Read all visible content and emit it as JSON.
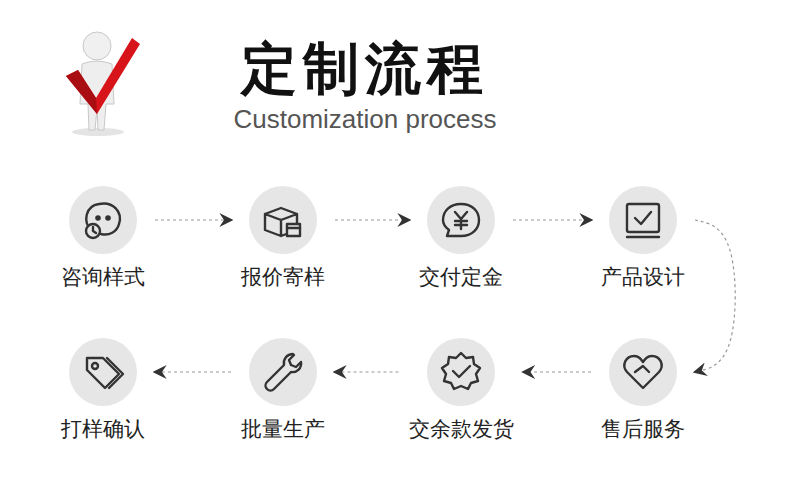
{
  "diagram": {
    "title": "定制流程",
    "nodes": [
      {
        "text": [
          "咨询样式"
        ]
      },
      {
        "text": [
          "报价寄样"
        ]
      },
      {
        "text": [
          "交付定金"
        ]
      },
      {
        "text": [
          "产品设计"
        ]
      },
      {
        "text": [
          "售后服务"
        ]
      },
      {
        "text": [
          "交余款发货"
        ]
      },
      {
        "text": [
          "批量生产"
        ]
      },
      {
        "text": [
          "打样确认"
        ]
      }
    ],
    "edges": [
      {
        "from": 0,
        "to": 1,
        "arrow": "to"
      },
      {
        "from": 1,
        "to": 2,
        "arrow": "to"
      },
      {
        "from": 2,
        "to": 3,
        "arrow": "to"
      },
      {
        "from": 3,
        "to": 4,
        "arrow": "to"
      },
      {
        "from": 4,
        "to": 5,
        "arrow": "to"
      },
      {
        "from": 5,
        "to": 6,
        "arrow": "to"
      },
      {
        "from": 6,
        "to": 7,
        "arrow": "to"
      }
    ],
    "labels": [
      "Customization process"
    ]
  }
}
